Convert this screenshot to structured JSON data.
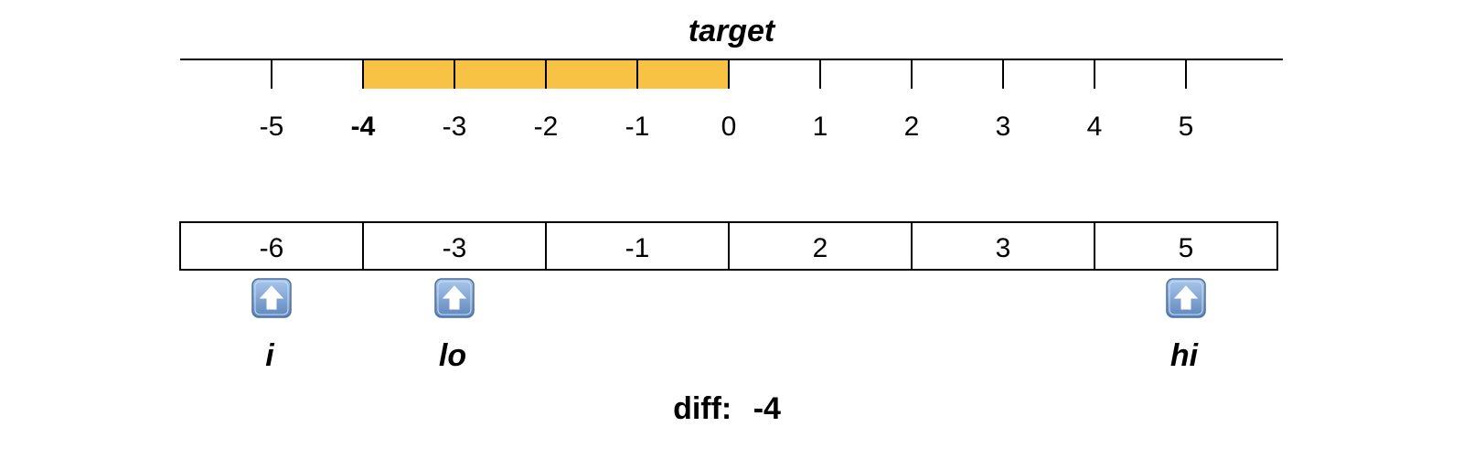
{
  "diagram": {
    "target_label": "target",
    "number_line": {
      "ticks": [
        {
          "value": -5,
          "label": "-5",
          "bold": false
        },
        {
          "value": -4,
          "label": "-4",
          "bold": true
        },
        {
          "value": -3,
          "label": "-3",
          "bold": false
        },
        {
          "value": -2,
          "label": "-2",
          "bold": false
        },
        {
          "value": -1,
          "label": "-1",
          "bold": false
        },
        {
          "value": 0,
          "label": "0",
          "bold": false
        },
        {
          "value": 1,
          "label": "1",
          "bold": false
        },
        {
          "value": 2,
          "label": "2",
          "bold": false
        },
        {
          "value": 3,
          "label": "3",
          "bold": false
        },
        {
          "value": 4,
          "label": "4",
          "bold": false
        },
        {
          "value": 5,
          "label": "5",
          "bold": false
        }
      ],
      "highlight": {
        "from": -4,
        "to": 0,
        "color": "#F8C244"
      }
    },
    "array": {
      "cells": [
        "-6",
        "-3",
        "-1",
        "2",
        "3",
        "5"
      ]
    },
    "pointers": [
      {
        "label": "i",
        "index": 0,
        "icon": "up-arrow-button-icon"
      },
      {
        "label": "lo",
        "index": 1,
        "icon": "up-arrow-button-icon"
      },
      {
        "label": "hi",
        "index": 5,
        "icon": "up-arrow-button-icon"
      }
    ],
    "diff": {
      "label": "diff:",
      "value": "-4"
    }
  }
}
